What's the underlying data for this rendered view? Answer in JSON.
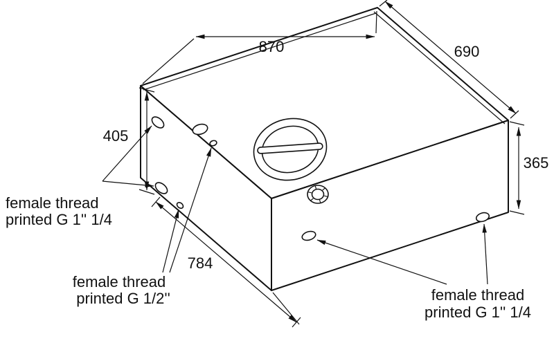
{
  "colors": {
    "ink": "#111111",
    "paper": "#ffffff"
  },
  "drawing": {
    "dimensions": {
      "top_length": "870",
      "top_width": "690",
      "side_height": "365",
      "left_offset": "405",
      "bottom_offset": "784"
    },
    "labels": {
      "left_thread": {
        "line1": "female thread",
        "line2": "printed G 1'' 1/4"
      },
      "center_thread": {
        "line1": "female thread",
        "line2": "printed G 1/2''"
      },
      "right_thread": {
        "line1": "female thread",
        "line2": "printed G 1'' 1/4"
      }
    }
  }
}
